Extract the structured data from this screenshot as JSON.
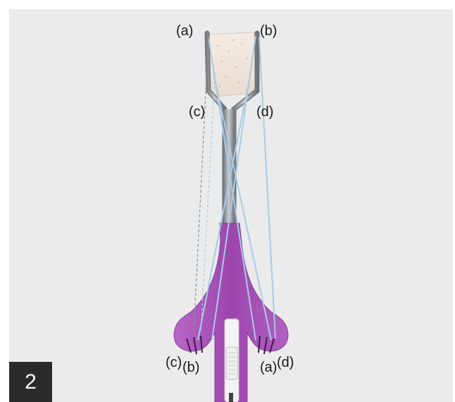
{
  "step_number": "2",
  "labels": {
    "top_left": "(a)",
    "top_right": "(b)",
    "mid_left": "(c)",
    "mid_right": "(d)",
    "bottom_c": "(c)",
    "bottom_b": "(b)",
    "bottom_a": "(a)",
    "bottom_d": "(d)"
  },
  "colors": {
    "panel_bg": "#ebebeb",
    "suture": "#a9cbe6",
    "handle": "#a24fb5",
    "metal": "#9a9da2",
    "mesh": "#f0e6db",
    "badge": "#2b2b2b"
  }
}
